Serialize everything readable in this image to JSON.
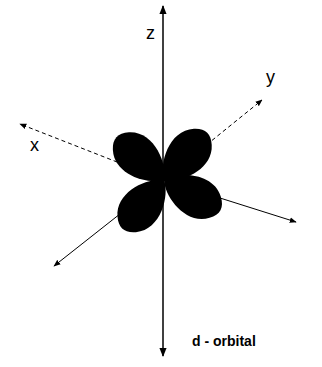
{
  "diagram": {
    "labels": [
      "z",
      "x",
      "y",
      "d - orbital"
    ]
  }
}
